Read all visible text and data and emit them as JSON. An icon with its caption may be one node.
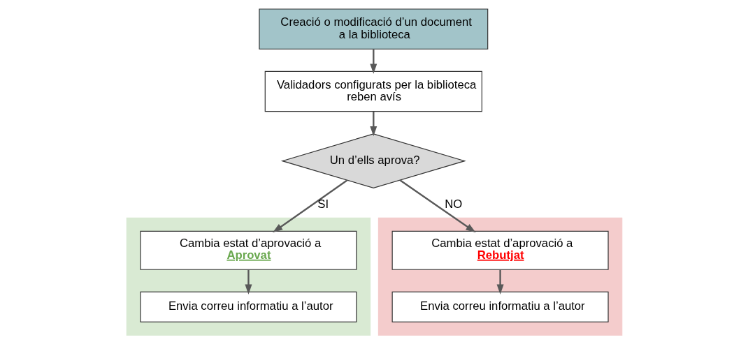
{
  "diagram": {
    "nodes": [
      {
        "text": [
          "Creació o modificació d’un document a la biblioteca"
        ]
      },
      {
        "text": [
          "Validadors configurats per la biblioteca reben avís"
        ]
      },
      {
        "text": [
          "Un d’ells aprova?"
        ]
      },
      {
        "text": [],
        "shape": "box"
      },
      {
        "text": [
          "Cambia estat d’aprovació a",
          "Aprovat"
        ],
        "in": 3
      },
      {
        "text": [
          "Envia correu informatiu a l’autor"
        ],
        "in": 3
      },
      {
        "text": [],
        "shape": "box"
      },
      {
        "text": [
          "Cambia estat d’aprovació a",
          "Rebutjat"
        ],
        "in": 6
      },
      {
        "text": [
          "Envia correu informatiu a l’autor"
        ],
        "in": 6
      }
    ],
    "edges": [
      {
        "from": 0,
        "to": 1,
        "arrow": "to"
      },
      {
        "from": 1,
        "to": 2,
        "arrow": "to"
      },
      {
        "from": 2,
        "to": 4,
        "arrow": "to",
        "label": "SI"
      },
      {
        "from": 2,
        "to": 7,
        "arrow": "to",
        "label": "NO"
      },
      {
        "from": 4,
        "to": 5,
        "arrow": "to"
      },
      {
        "from": 7,
        "to": 8,
        "arrow": "to"
      }
    ]
  }
}
